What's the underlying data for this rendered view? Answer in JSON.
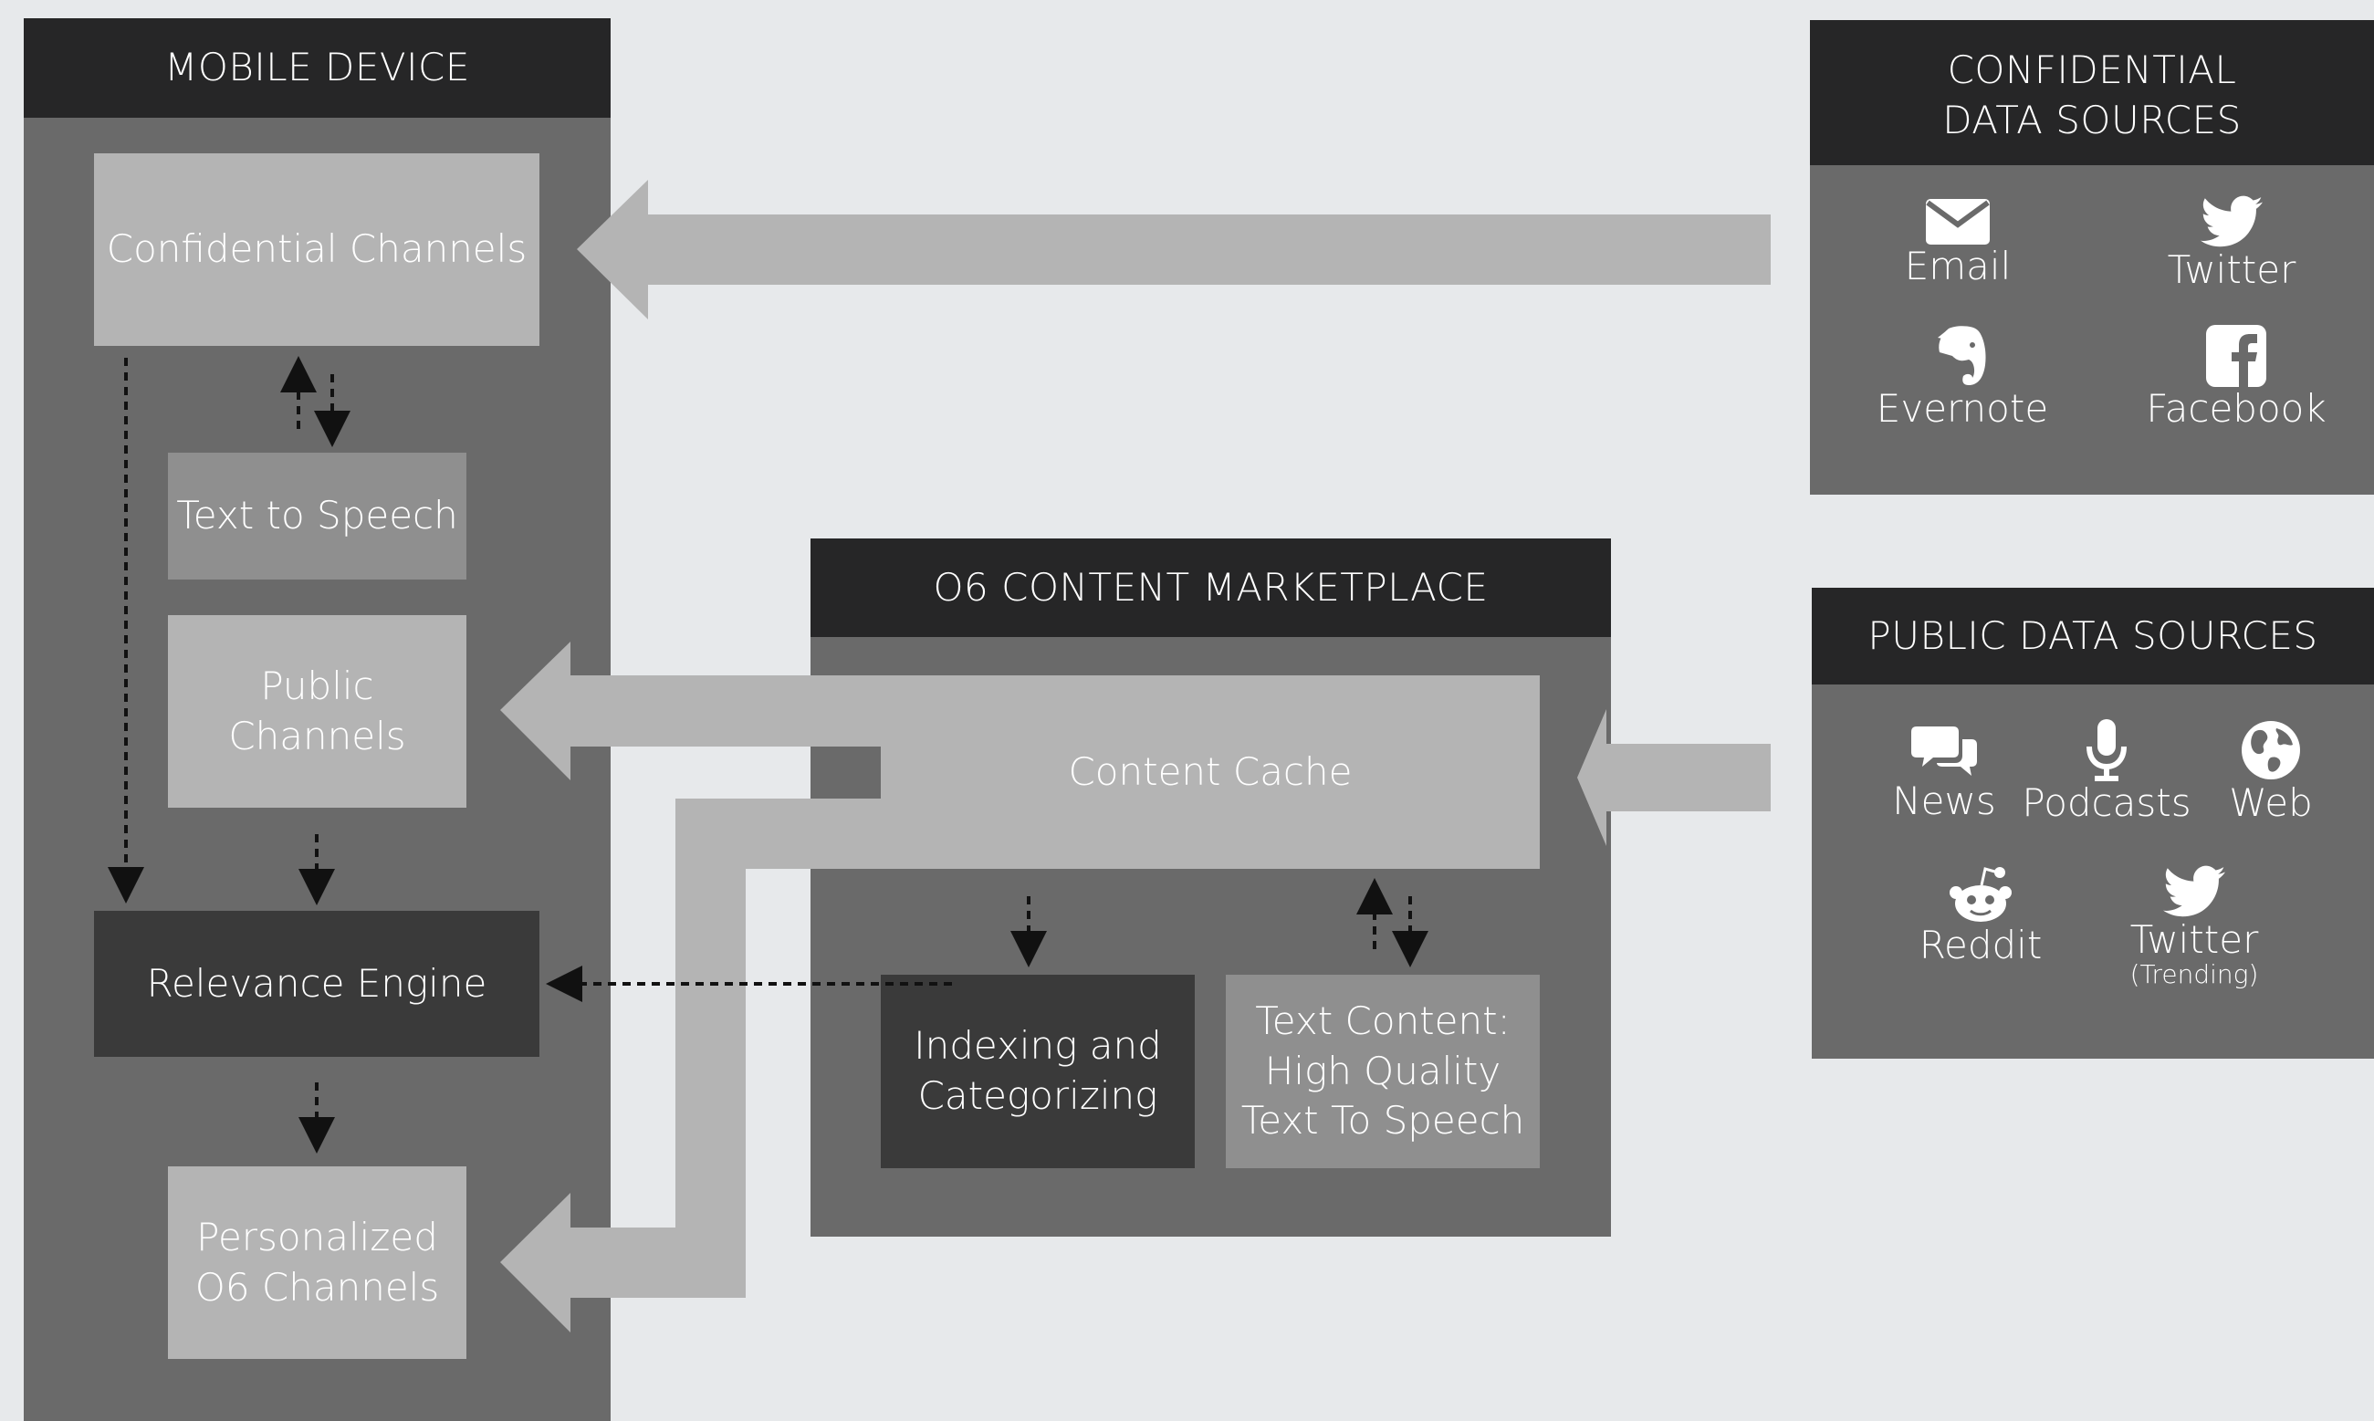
{
  "mobile_device": {
    "title": "MOBILE DEVICE",
    "confidential_channels": "Confidential Channels",
    "text_to_speech": "Text to Speech",
    "public_channels": "Public\nChannels",
    "relevance_engine": "Relevance Engine",
    "personalized_channels": "Personalized\nO6 Channels"
  },
  "marketplace": {
    "title": "O6 CONTENT MARKETPLACE",
    "content_cache": "Content Cache",
    "indexing": "Indexing and\nCategorizing",
    "text_content": "Text Content:\nHigh Quality\nText To Speech"
  },
  "confidential_sources": {
    "title": "CONFIDENTIAL\nDATA SOURCES",
    "items": [
      {
        "label": "Email",
        "icon": "envelope-icon"
      },
      {
        "label": "Twitter",
        "icon": "twitter-bird-icon"
      },
      {
        "label": "Evernote",
        "icon": "evernote-elephant-icon"
      },
      {
        "label": "Facebook",
        "icon": "facebook-f-icon"
      }
    ]
  },
  "public_sources": {
    "title": "PUBLIC DATA SOURCES",
    "items": [
      {
        "label": "News",
        "icon": "speech-bubbles-icon"
      },
      {
        "label": "Podcasts",
        "icon": "microphone-icon"
      },
      {
        "label": "Web",
        "icon": "globe-icon"
      },
      {
        "label": "Reddit",
        "icon": "reddit-alien-icon"
      },
      {
        "label": "Twitter",
        "sublabel": "(Trending)",
        "icon": "twitter-bird-icon"
      }
    ]
  },
  "colors": {
    "background": "#e7e9eb",
    "panel": "#6a6a6a",
    "header": "#262627",
    "light_box": "#b4b4b4",
    "mid_box": "#8f8f8f",
    "dark_box": "#3a3a3a"
  }
}
